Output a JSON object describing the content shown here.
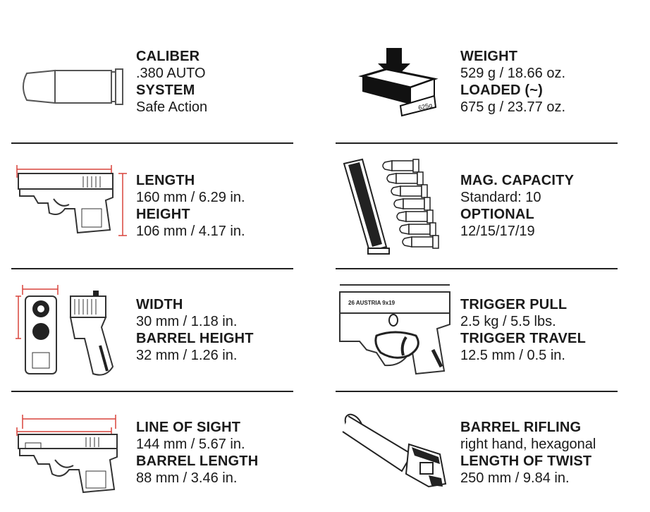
{
  "specs": [
    {
      "label1": "CALIBER",
      "value1": ".380 AUTO",
      "label2": "SYSTEM",
      "value2": "Safe Action",
      "icon": "cartridge-icon"
    },
    {
      "label1": "WEIGHT",
      "value1": "529 g / 18.66 oz.",
      "label2": "LOADED (~)",
      "value2": "675 g / 23.77 oz.",
      "icon": "scale-weight-icon",
      "scale_text": "625g"
    },
    {
      "label1": "LENGTH",
      "value1": "160 mm / 6.29 in.",
      "label2": "HEIGHT",
      "value2": "106 mm / 4.17 in.",
      "icon": "pistol-dimensions-icon"
    },
    {
      "label1": "MAG. CAPACITY",
      "value1": "Standard: 10",
      "label2": "OPTIONAL",
      "value2": "12/15/17/19",
      "icon": "magazine-rounds-icon"
    },
    {
      "label1": "WIDTH",
      "value1": "30 mm / 1.18 in.",
      "label2": "BARREL HEIGHT",
      "value2": "32 mm / 1.26 in.",
      "icon": "pistol-width-icon"
    },
    {
      "label1": "TRIGGER PULL",
      "value1": "2.5 kg / 5.5 lbs.",
      "label2": "TRIGGER TRAVEL",
      "value2": "12.5 mm / 0.5 in.",
      "icon": "trigger-closeup-icon",
      "slide_text": "26  AUSTRIA  9x19"
    },
    {
      "label1": "LINE OF SIGHT",
      "value1": "144 mm / 5.67 in.",
      "label2": "BARREL LENGTH",
      "value2": "88 mm / 3.46 in.",
      "icon": "pistol-sight-line-icon"
    },
    {
      "label1": "BARREL RIFLING",
      "value1": "right hand, hexagonal",
      "label2": "LENGTH OF TWIST",
      "value2": "250 mm / 9.84 in.",
      "icon": "barrel-icon"
    }
  ],
  "colors": {
    "text": "#1a1a1a",
    "dimension_lines": "#d9433b",
    "divider": "#222222"
  }
}
